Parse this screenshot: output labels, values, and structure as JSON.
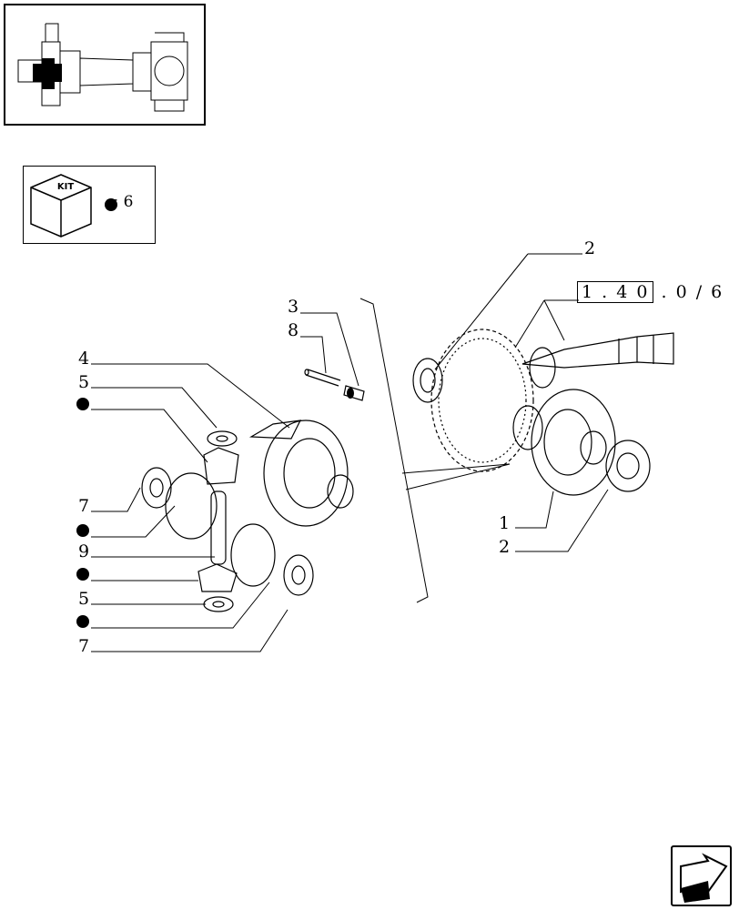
{
  "kit": {
    "label": "KIT",
    "equation": "= 6"
  },
  "reference": {
    "boxed": "1 . 4 0",
    "suffix": ". 0 / 6"
  },
  "callouts": {
    "c2_top": "2",
    "c3": "3",
    "c8": "8",
    "c4": "4",
    "c5_top": "5",
    "c7_top": "7",
    "c9": "9",
    "c5_bottom": "5",
    "c7_bottom": "7",
    "c1": "1",
    "c2_bottom": "2"
  }
}
